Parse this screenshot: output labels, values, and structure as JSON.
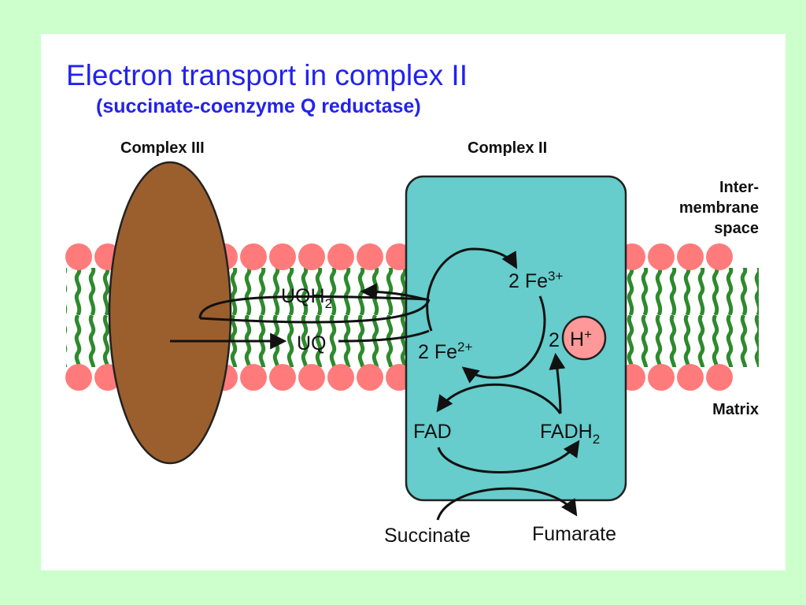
{
  "title": "Electron transport in complex II",
  "subtitle": "(succinate-coenzyme Q reductase)",
  "complex3_label": "Complex III",
  "complex2_label": "Complex II",
  "intermembrane_label": {
    "line1": "Inter-",
    "line2": "membrane",
    "line3": "space"
  },
  "matrix_label": "Matrix",
  "uqh2": {
    "base": "UQH",
    "sub": "2"
  },
  "uq": "UQ",
  "fe3": {
    "base": "2 Fe",
    "sup": "3+"
  },
  "fe2": {
    "base": "2 Fe",
    "sup": "2+"
  },
  "h_coeff": "2",
  "h_ion": {
    "base": "H",
    "sup": "+"
  },
  "fad": "FAD",
  "fadh2": {
    "base": "FADH",
    "sub": "2"
  },
  "succinate": "Succinate",
  "fumarate": "Fumarate",
  "colors": {
    "background": "#ccffcc",
    "title": "#2222ee",
    "complex3": "#9b5f2e",
    "complex2": "#66cccc",
    "lipid_head": "#ff7b7b",
    "lipid_tail": "#2d8a2d",
    "proton": "#ff9999"
  }
}
